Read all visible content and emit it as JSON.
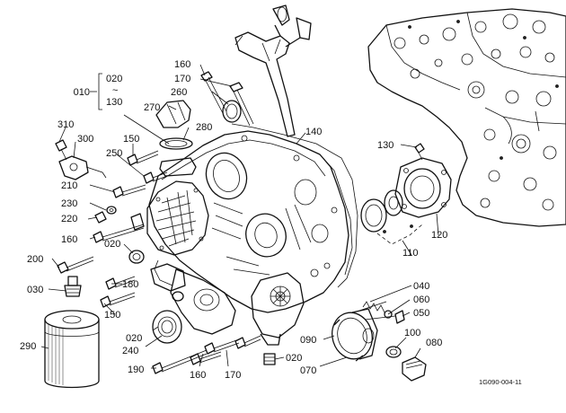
{
  "figure_code": "1G090-004-11",
  "group": {
    "label": "010",
    "range_top": "020",
    "range_sep": "~",
    "range_bottom": "130"
  },
  "callouts": [
    {
      "id": "c160a",
      "text": "160"
    },
    {
      "id": "c170a",
      "text": "170"
    },
    {
      "id": "c260",
      "text": "260"
    },
    {
      "id": "c270",
      "text": "270"
    },
    {
      "id": "c280",
      "text": "280"
    },
    {
      "id": "c140",
      "text": "140"
    },
    {
      "id": "c310",
      "text": "310"
    },
    {
      "id": "c300",
      "text": "300"
    },
    {
      "id": "c150a",
      "text": "150"
    },
    {
      "id": "c250",
      "text": "250"
    },
    {
      "id": "c130",
      "text": "130"
    },
    {
      "id": "c210",
      "text": "210"
    },
    {
      "id": "c230",
      "text": "230"
    },
    {
      "id": "c220",
      "text": "220"
    },
    {
      "id": "c160b",
      "text": "160"
    },
    {
      "id": "c020a",
      "text": "020"
    },
    {
      "id": "c200",
      "text": "200"
    },
    {
      "id": "c180",
      "text": "180"
    },
    {
      "id": "c030",
      "text": "030"
    },
    {
      "id": "c150b",
      "text": "150"
    },
    {
      "id": "c110",
      "text": "110"
    },
    {
      "id": "c120",
      "text": "120"
    },
    {
      "id": "c040",
      "text": "040"
    },
    {
      "id": "c060",
      "text": "060"
    },
    {
      "id": "c050",
      "text": "050"
    },
    {
      "id": "c290",
      "text": "290"
    },
    {
      "id": "c020b",
      "text": "020"
    },
    {
      "id": "c240",
      "text": "240"
    },
    {
      "id": "c090",
      "text": "090"
    },
    {
      "id": "c100",
      "text": "100"
    },
    {
      "id": "c080",
      "text": "080"
    },
    {
      "id": "c020c",
      "text": "020"
    },
    {
      "id": "c190",
      "text": "190"
    },
    {
      "id": "c160c",
      "text": "160"
    },
    {
      "id": "c170b",
      "text": "170"
    },
    {
      "id": "c070",
      "text": "070"
    }
  ]
}
